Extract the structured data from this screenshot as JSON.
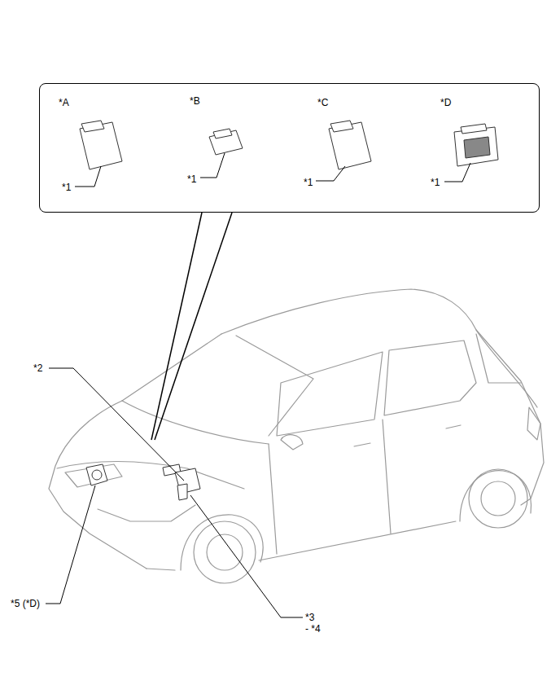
{
  "diagram": {
    "nodes": [
      {
        "text": [
          "*A",
          "*1",
          "*B",
          "*1",
          "*C",
          "*1",
          "*D",
          "*1"
        ]
      }
    ],
    "labels": [
      "*2",
      "*5 (*D)",
      "*3",
      "- *4"
    ]
  }
}
